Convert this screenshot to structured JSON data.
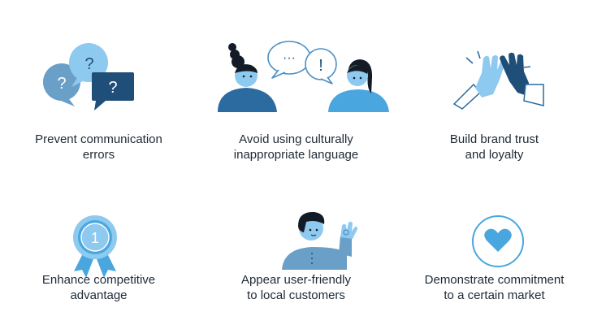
{
  "benefits": [
    {
      "label": "Prevent communication\nerrors",
      "icon": "question-bubbles-icon"
    },
    {
      "label": "Avoid using culturally\ninappropriate language",
      "icon": "conversation-people-icon"
    },
    {
      "label": "Build brand trust\nand loyalty",
      "icon": "high-five-icon"
    },
    {
      "label": "Enhance competitive\nadvantage",
      "icon": "award-ribbon-icon"
    },
    {
      "label": "Appear user-friendly\nto local customers",
      "icon": "person-ok-gesture-icon"
    },
    {
      "label": "Demonstrate commitment\nto a certain market",
      "icon": "heart-circle-icon"
    }
  ],
  "icons": {
    "question_mark": "?",
    "ellipsis": "···",
    "exclamation": "!",
    "medal_number": "1"
  },
  "colors": {
    "light_blue": "#7fc4ee",
    "medium_blue": "#4aa6de",
    "dark_navy": "#1f4e79",
    "slate_blue": "#6a9fc8",
    "person_light": "#8ec9ef",
    "person_dark": "#131c26",
    "text": "#1e2a36"
  }
}
